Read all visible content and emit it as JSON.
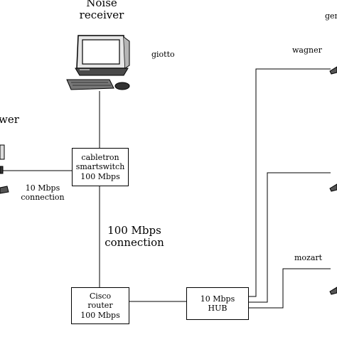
{
  "diagram": {
    "noise_receiver": [
      "Noise",
      "receiver"
    ],
    "giotto": "giotto",
    "wagner": "wagner",
    "gem_partial": "gem",
    "mozart": "mozart",
    "left_partial": "wer",
    "cabletron": [
      "cabletron",
      "smartswitch",
      "100 Mbps"
    ],
    "cisco": [
      "Cisco",
      "router",
      "100 Mbps"
    ],
    "hub": [
      "10 Mbps",
      "HUB"
    ],
    "conn_10": [
      "10 Mbps",
      "connection"
    ],
    "conn_100": [
      "100 Mbps",
      "connection"
    ]
  }
}
